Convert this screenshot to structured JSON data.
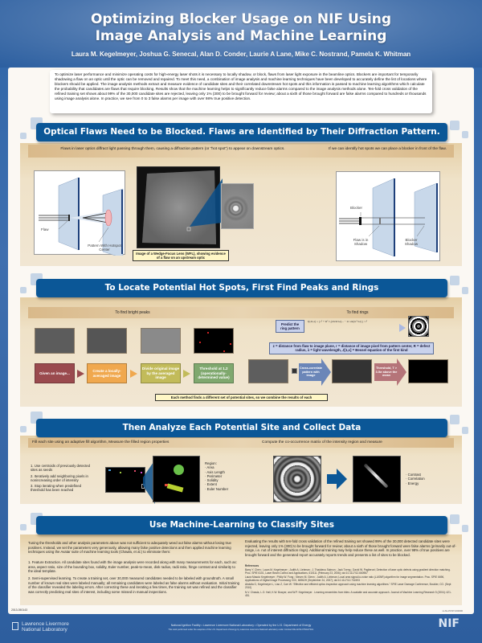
{
  "header": {
    "title_line1": "Optimizing Blocker Usage on NIF Using",
    "title_line2": "Image Analysis and Machine Learning",
    "authors": "Laura M. Kegelmeyer, Joshua G. Senecal, Alan D. Conder, Laurie A Lane, Mike C. Nostrand, Pamela K. Whitman"
  },
  "abstract": "To optimize laser performance and minimize operating costs for high-energy laser shots it is necessary to locally shadow, or block, flaws from laser light exposure in the beamline optics. Blockers are important for temporarily shadowing a flaw on an optic until the optic can be removed and repaired. To meet this need, a combination of image analysis and machine learning techniques have been developed to accurately define the list of locations where blockers should be applied. The image analysis methods extract and measure evidence of candidate sites and their correlated downstream hot spots and this information is passed to machine learning algorithms which calculate the probability that candidates are flaws that require blocking. Results show that the machine learning helps to significantly reduce false alarms compared to the image analysis methods alone. Ten-fold cross validation of the refined training set shows about 99% of the 30,000 candidate sites are rejected, leaving only 1% (300) to be brought forward for review; about a sixth of those brought forward are false alarms compared to hundreds or thousands using image analysis alone. In practice, we see from 0 to 3 false alarms per image with over 98% true positive detection.",
  "section1": {
    "banner": "Optical Flaws Need to be Blocked. Flaws are Identified by Their Diffraction Pattern.",
    "left_text": "Flaws in laser optics diffract light passing through them, causing a diffraction pattern (or “hot spot”) to appear on downstream optics.",
    "right_text": "If we can identify hot spots we can place a blocker in front of the flaw.",
    "diagram1_labels": {
      "flaw": "Flaw",
      "pattern": "Pattern With Hotspot Center"
    },
    "wfl_caption": "Image of a Wedge-Focus Lens (WFL), showing evidence of a flaw on an upstream optic",
    "diagram2_labels": {
      "blocker": "Blocker",
      "flaw_shadow": "Flaw is in Shadow",
      "blocker_shadow": "Blocker Shadow"
    }
  },
  "section2": {
    "banner": "To Locate Potential Hot Spots, First Find Peaks and Rings",
    "peaks_heading": "To find bright peaks",
    "rings_heading": "To find rings",
    "peaks_steps": [
      {
        "label": "Given an image...",
        "color": "#9a4a4e"
      },
      {
        "label": "Create a locally-averaged image",
        "color": "#f0a84e"
      },
      {
        "label": "Divide original image by the averaged image",
        "color": "#c2bb5a"
      },
      {
        "label": "Threshold at 1.2 (operationally-determined value)",
        "color": "#7fa86e"
      }
    ],
    "predict_label": "Predict the ring pattern",
    "equation": "I(r,R,z) = [ r² + R² J₁(2πrR/λz)... − 2r sin(πr²/λz) ] / r²",
    "variables": "z = distance from flaw to image plane, r = distance of image pixel from pattern center, R = defect radius, λ = light wavelength, J[1,x] = Bessel equation of the first kind",
    "cross_correlate": "Cross-correlate pattern with image",
    "threshold_rings": "Threshold, T > 3.5σ above the mean",
    "combine_caption": "Each method finds a different set of potential sites, so we combine the results of each"
  },
  "section3": {
    "banner": "Then Analyze Each Potential Site and Collect Data",
    "left_heading": "Fill each site using an adaptive fill algorithm, Measure the filled region properties",
    "right_heading": "Compute the co-occurrence matrix of the intensity region and measure",
    "steps": [
      "1.  Use centroids of previously detected sites as seeds",
      "2.  Iteratively add neighboring pixels in nonincreasing order of intensity",
      "3.  Stop iterating when predefined threshold has been reached"
    ],
    "region_title": "Region:",
    "region_props": [
      "Area",
      "Axis Length",
      "Perimeter",
      "Solidity",
      "Extent",
      "Euler Number"
    ],
    "cooc_props": [
      "Contrast",
      "Correlation",
      "Energy"
    ]
  },
  "section4": {
    "banner": "Use Machine-Learning to Classify Sites",
    "intro": "Tuning the thresholds and other analysis parameters above was not sufficient to adequately weed out false alarms without losing true positives. Instead, we set the parameters very generously, allowing many false positive detections and then applied machine learning techniques using the Avatar suite of machine learning tools (Chawla, et al.) to eliminate them:",
    "item1": "1.  Feature Extraction. All candidate sites found with the image analysis were recorded along with many measurements for each, such as: area, aspect ratio, size of the bounding box, solidity, Euler number, peak-to-mean, disk radius, radii ratio, fringe contrast and similarity to the ideal template.",
    "item2": "2.  Semi-supervised learning. To create a training set, over 30,000 measured candidates needed to be labeled with groundtruth. A small number of known real sites were labeled manually; all remaining candidates were labeled as false alarms without evaluation. Initial training of the classifier revealed the labeling errors. After correcting these and iterating a few times, the training set was refined and the classifier was correctly predicting real sites of interest, including some missed in manual inspections.",
    "results": "Evaluating the results with ten-fold cross validation of the refined training set showed 99% of the 30,000 detected candidate sites were rejected, leaving only 1% (300) to be brought forward for review; about a sixth of those brought forward were false alarms (primarily out-of-range, i.e. not of interest diffraction rings). Additional training may help reduce these as well. In practice, over 98% of true positives are brought forward and the generated report accurately reports trends and presents a list of sites to be blocked.",
    "references_title": "References",
    "references": [
      "Barry Y. Chen ; Laura M. Kegelmeyer ; Judith A. Liebman ; J. Thaddeus Salmon ; Jack Tzeng ; David W. Paglieroni; Detection of laser optic defects using gradient direction matching. Proc. SPIE 6101, Laser Beam Control and Applications, 61011L (February 23, 2006); doi:10.1117/12.660967",
      "Laura Mascio Kegelmeyer ; Philip W. Fong ; Steven M. Glenn ; Judith A. Liebman; Local area signal-to-noise ratio (LASNR) algorithm for image segmentation. Proc. SPIE 6696, Applications of Digital Image Processing XXX, 66962H (September 24, 2007); doi:10.1117/12.732493",
      "Abdulla G, Kegelmeyer L, Liao Z, Carr W. “Effective and efficient optics inspection approach using machine learning algorithms.” SPIE Laser Damage Conference, Boulder, CO. (Sept 2010)",
      "N.V. Chawla, L.O. Hall, K.W. Bowyer, and W.P. Kegelmeyer . Learning ensembles from bites: A scalable and accurate approach. Journal of Machine Learning Research 5 (2004): 421-451."
    ]
  },
  "footer": {
    "doc_number": "2013-050143",
    "doc_right": "LLNL-POST-000000",
    "llnl_line1": "Lawrence Livermore",
    "llnl_line2": "National Laboratory",
    "center_line1": "National Ignition Facility  •  Lawrence Livermore National Laboratory  •  Operated by the U.S. Department of Energy",
    "center_line2": "This work performed under the auspices of the U.S. Department of Energy by Lawrence Livermore National Laboratory under Contract DE-AC52-07NA27344.",
    "nif_logo": "NIF"
  },
  "colors": {
    "banner_blue": "#0b5797",
    "background_blue": "#2f66a8",
    "section_tan": "#e5cfa6"
  }
}
